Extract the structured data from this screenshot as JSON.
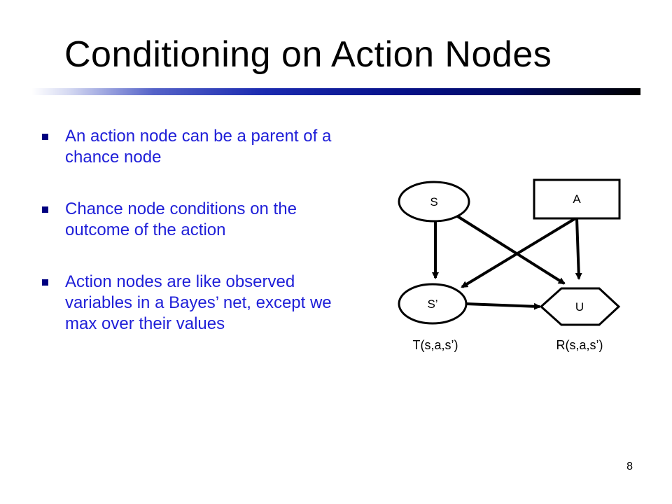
{
  "slide": {
    "title": "Conditioning on Action Nodes",
    "bullets": [
      "An action node can be a parent of a chance node",
      "Chance node conditions on the outcome of the action",
      "Action nodes are like observed variables in a Bayes’ net, except we max over their values"
    ],
    "page_number": "8"
  },
  "diagram": {
    "nodes": {
      "s": {
        "label": "S",
        "kind": "chance"
      },
      "a": {
        "label": "A",
        "kind": "action"
      },
      "s_prime": {
        "label": "S’",
        "kind": "chance"
      },
      "u": {
        "label": "U",
        "kind": "utility"
      }
    },
    "edges": [
      {
        "from": "s",
        "to": "s_prime"
      },
      {
        "from": "s",
        "to": "u"
      },
      {
        "from": "a",
        "to": "s_prime"
      },
      {
        "from": "a",
        "to": "u"
      },
      {
        "from": "s_prime",
        "to": "u"
      }
    ],
    "cpt_labels": {
      "transition": "T(s,a,s’)",
      "reward": "R(s,a,s’)"
    },
    "colors": {
      "stroke": "#000000",
      "fill": "#ffffff",
      "bullet_text": "#1f1fd8",
      "bullet_marker": "#000080"
    }
  }
}
